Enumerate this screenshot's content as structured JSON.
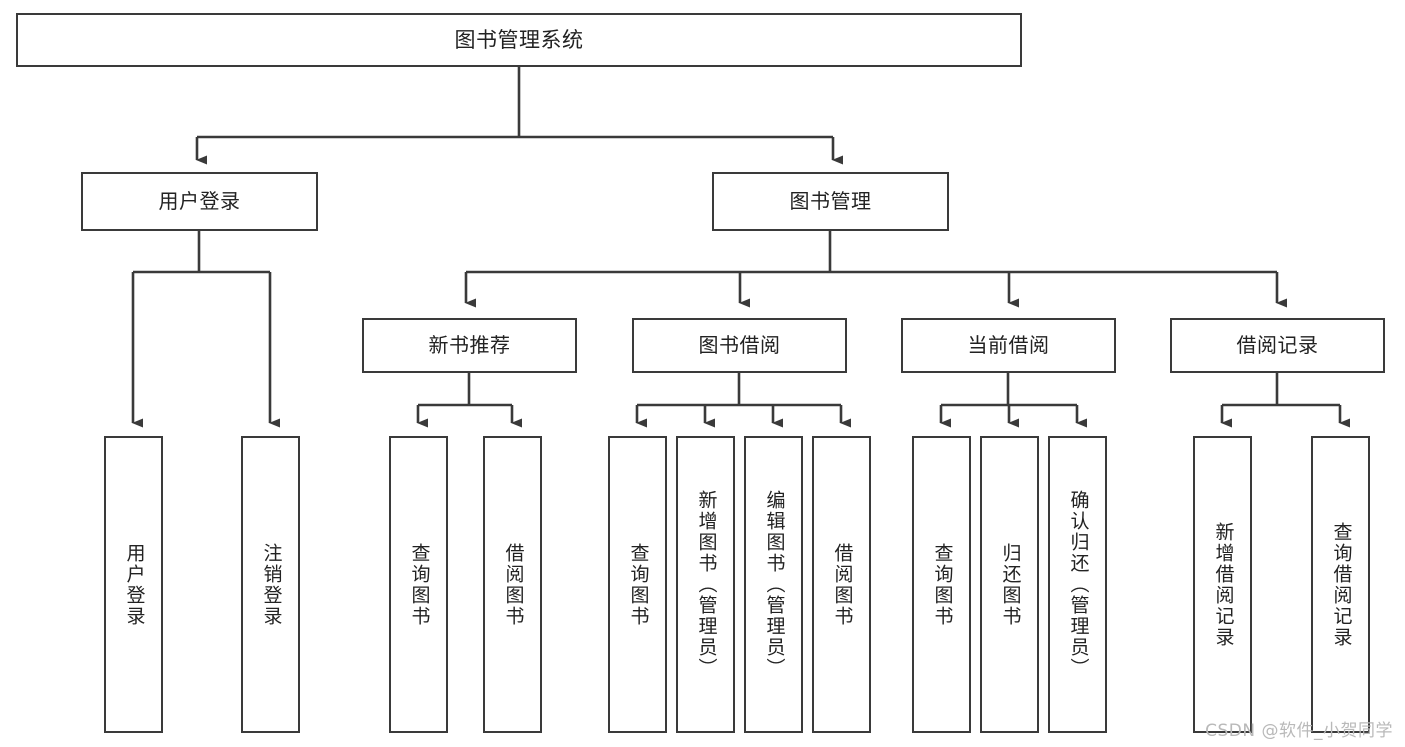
{
  "diagram": {
    "type": "tree",
    "title": "图书管理系统",
    "style": {
      "box_border_color": "#3a3a3a",
      "box_fill_color": "#ffffff",
      "line_color": "#3a3a3a",
      "text_color": "#222222",
      "background": "#ffffff"
    },
    "nodes": {
      "root": {
        "label": "图书管理系统"
      },
      "level1": [
        {
          "label": "用户登录"
        },
        {
          "label": "图书管理"
        }
      ],
      "level2": [
        {
          "label": "新书推荐"
        },
        {
          "label": "图书借阅"
        },
        {
          "label": "当前借阅"
        },
        {
          "label": "借阅记录"
        }
      ],
      "leaves_user_login": [
        {
          "label": "用户登录"
        },
        {
          "label": "注销登录"
        }
      ],
      "leaves_new_book": [
        {
          "label": "查询图书"
        },
        {
          "label": "借阅图书"
        }
      ],
      "leaves_borrow": [
        {
          "label": "查询图书"
        },
        {
          "label": "新增图书（管理员）"
        },
        {
          "label": "编辑图书（管理员）"
        },
        {
          "label": "借阅图书"
        }
      ],
      "leaves_current": [
        {
          "label": "查询图书"
        },
        {
          "label": "归还图书"
        },
        {
          "label": "确认归还（管理员）"
        }
      ],
      "leaves_records": [
        {
          "label": "新增借阅记录"
        },
        {
          "label": "查询借阅记录"
        }
      ]
    }
  },
  "watermark": {
    "text": "CSDN @软件_小贺同学"
  }
}
